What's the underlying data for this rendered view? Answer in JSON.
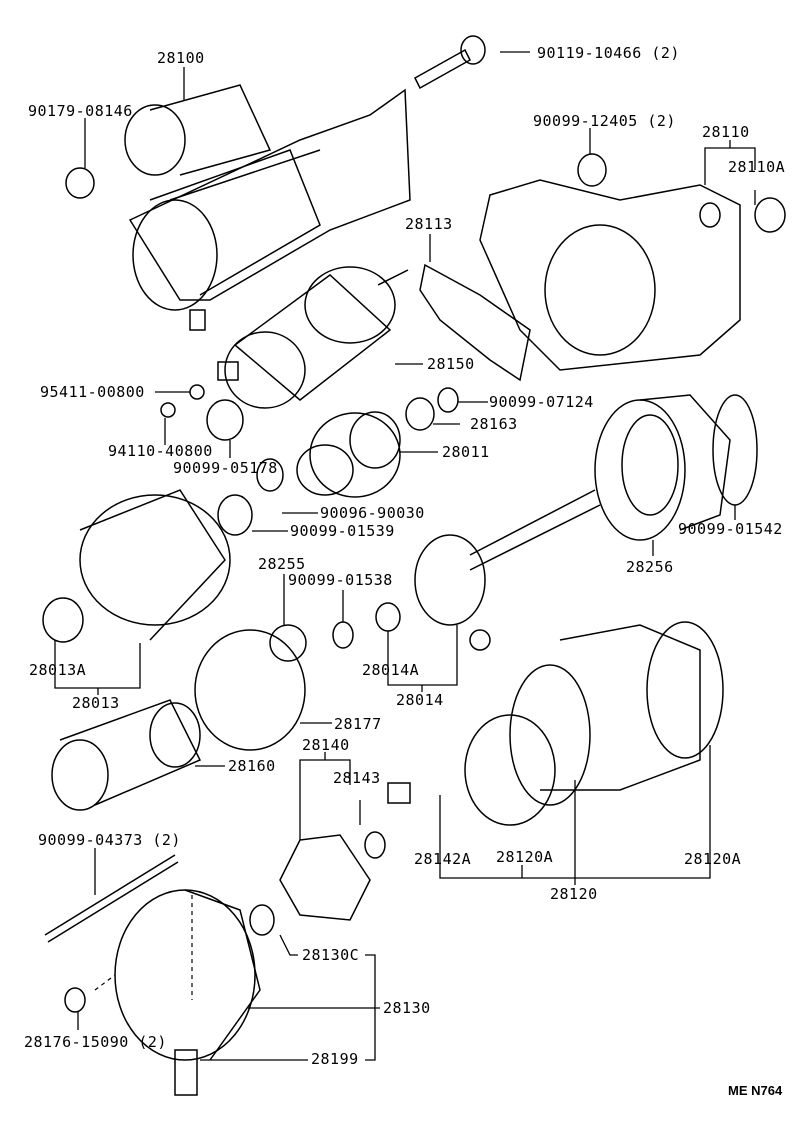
{
  "diagram": {
    "title": "Starter exploded parts diagram",
    "code": "ME N764",
    "labels": [
      {
        "id": "p28100",
        "text": "28100"
      },
      {
        "id": "p90179_08146",
        "text": "90179-08146"
      },
      {
        "id": "p90119_10466",
        "text": "90119-10466 (2)"
      },
      {
        "id": "p90099_12405",
        "text": "90099-12405 (2)"
      },
      {
        "id": "p28110",
        "text": "28110"
      },
      {
        "id": "p28110A",
        "text": "28110A"
      },
      {
        "id": "p28113",
        "text": "28113"
      },
      {
        "id": "p28150",
        "text": "28150"
      },
      {
        "id": "p95411_00800",
        "text": "95411-00800"
      },
      {
        "id": "p90099_07124",
        "text": "90099-07124"
      },
      {
        "id": "p28163",
        "text": "28163"
      },
      {
        "id": "p94110_40800",
        "text": "94110-40800"
      },
      {
        "id": "p90099_05178",
        "text": "90099-05178"
      },
      {
        "id": "p28011",
        "text": "28011"
      },
      {
        "id": "p90096_90030",
        "text": "90096-90030"
      },
      {
        "id": "p90099_01539",
        "text": "90099-01539"
      },
      {
        "id": "p90099_01542",
        "text": "90099-01542"
      },
      {
        "id": "p28256",
        "text": "28256"
      },
      {
        "id": "p28255",
        "text": "28255"
      },
      {
        "id": "p90099_01538",
        "text": "90099-01538"
      },
      {
        "id": "p28013A",
        "text": "28013A"
      },
      {
        "id": "p28013",
        "text": "28013"
      },
      {
        "id": "p28014A",
        "text": "28014A"
      },
      {
        "id": "p28014",
        "text": "28014"
      },
      {
        "id": "p28177",
        "text": "28177"
      },
      {
        "id": "p28140",
        "text": "28140"
      },
      {
        "id": "p28160",
        "text": "28160"
      },
      {
        "id": "p28143",
        "text": "28143"
      },
      {
        "id": "p90099_04373",
        "text": "90099-04373 (2)"
      },
      {
        "id": "p28142A",
        "text": "28142A"
      },
      {
        "id": "p28120A_1",
        "text": "28120A"
      },
      {
        "id": "p28120A_2",
        "text": "28120A"
      },
      {
        "id": "p28120",
        "text": "28120"
      },
      {
        "id": "p28130C",
        "text": "28130C"
      },
      {
        "id": "p28130",
        "text": "28130"
      },
      {
        "id": "p28176_15090",
        "text": "28176-15090 (2)"
      },
      {
        "id": "p28199",
        "text": "28199"
      }
    ]
  }
}
